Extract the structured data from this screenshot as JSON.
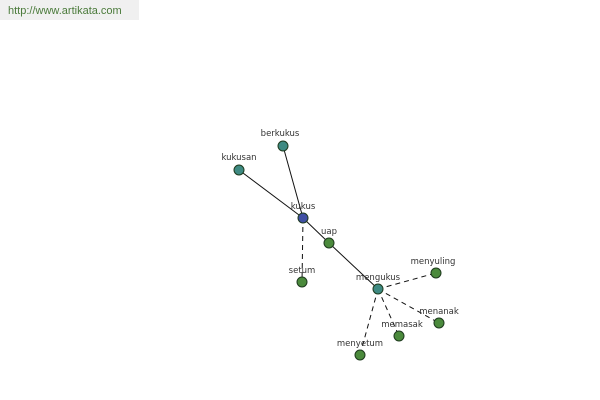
{
  "site": {
    "url": "http://www.artikata.com"
  },
  "colors": {
    "root": "#3f4fa3",
    "teal": "#3e8a82",
    "green": "#4b8a3c",
    "edge": "#111111"
  },
  "graph": {
    "nodes": [
      {
        "id": "kukus",
        "label": "kukus",
        "color": "root"
      },
      {
        "id": "berkukus",
        "label": "berkukus",
        "color": "teal"
      },
      {
        "id": "kukusan",
        "label": "kukusan",
        "color": "teal"
      },
      {
        "id": "uap",
        "label": "uap",
        "color": "green"
      },
      {
        "id": "setum",
        "label": "setum",
        "color": "green"
      },
      {
        "id": "mengukus",
        "label": "mengukus",
        "color": "teal"
      },
      {
        "id": "menyuling",
        "label": "menyuling",
        "color": "green"
      },
      {
        "id": "menanak",
        "label": "menanak",
        "color": "green"
      },
      {
        "id": "memasak",
        "label": "memasak",
        "color": "green"
      },
      {
        "id": "menyetum",
        "label": "menyetum",
        "color": "green"
      }
    ],
    "edges": [
      {
        "from": "kukus",
        "to": "berkukus",
        "style": "solid"
      },
      {
        "from": "kukus",
        "to": "kukusan",
        "style": "solid"
      },
      {
        "from": "kukus",
        "to": "uap",
        "style": "solid"
      },
      {
        "from": "uap",
        "to": "mengukus",
        "style": "solid"
      },
      {
        "from": "kukus",
        "to": "setum",
        "style": "dashed"
      },
      {
        "from": "mengukus",
        "to": "menyuling",
        "style": "dashed"
      },
      {
        "from": "mengukus",
        "to": "menanak",
        "style": "dashed"
      },
      {
        "from": "mengukus",
        "to": "memasak",
        "style": "dashed"
      },
      {
        "from": "mengukus",
        "to": "menyetum",
        "style": "dashed"
      }
    ]
  }
}
